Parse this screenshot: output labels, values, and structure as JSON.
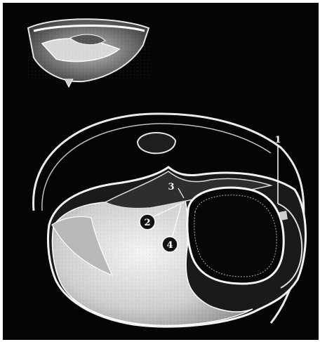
{
  "labels": [
    {
      "id": "label-1",
      "text": "1",
      "style": "plain"
    },
    {
      "id": "label-2",
      "text": "2",
      "style": "badge"
    },
    {
      "id": "label-3",
      "text": "3",
      "style": "plain"
    },
    {
      "id": "label-4",
      "text": "4",
      "style": "badge"
    }
  ],
  "colors": {
    "background": "#050505",
    "frame": "#ffffff",
    "tissue_light": "#e6e6e6",
    "tissue_mid": "#9a9a9a",
    "tissue_dark": "#2a2a2a",
    "outline": "#f2f2f2"
  }
}
